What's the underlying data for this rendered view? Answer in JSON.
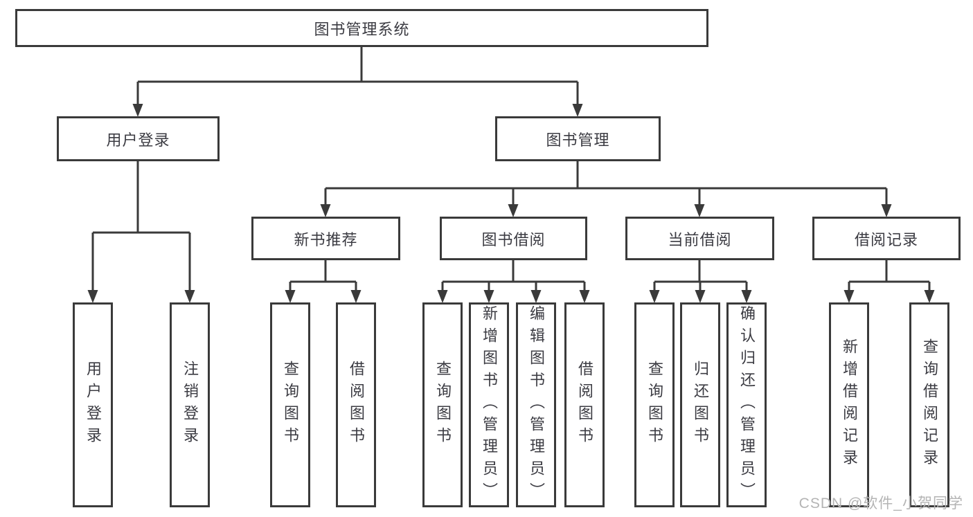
{
  "diagram": {
    "title": "图书管理系统",
    "root": {
      "label": "图书管理系统"
    },
    "level2": [
      {
        "label": "用户登录"
      },
      {
        "label": "图书管理"
      }
    ],
    "level3": [
      {
        "label": "新书推荐"
      },
      {
        "label": "图书借阅"
      },
      {
        "label": "当前借阅"
      },
      {
        "label": "借阅记录"
      }
    ],
    "leaves": {
      "user_login": [
        {
          "label": "用户登录"
        },
        {
          "label": "注销登录"
        }
      ],
      "new_book": [
        {
          "label": "查询图书"
        },
        {
          "label": "借阅图书"
        }
      ],
      "book_borrow": [
        {
          "label": "查询图书"
        },
        {
          "label": "新增图书（管理员）"
        },
        {
          "label": "编辑图书（管理员）"
        },
        {
          "label": "借阅图书"
        }
      ],
      "current_borrow": [
        {
          "label": "查询图书"
        },
        {
          "label": "归还图书"
        },
        {
          "label": "确认归还（管理员）"
        }
      ],
      "borrow_record": [
        {
          "label": "新增借阅记录"
        },
        {
          "label": "查询借阅记录"
        }
      ]
    },
    "watermark": "CSDN @软件_小贺同学",
    "colors": {
      "line": "#3a3a3a",
      "box_border": "#3a3a3a",
      "text": "#3b3b42",
      "background": "#ffffff",
      "watermark": "#b4b4b4"
    }
  }
}
